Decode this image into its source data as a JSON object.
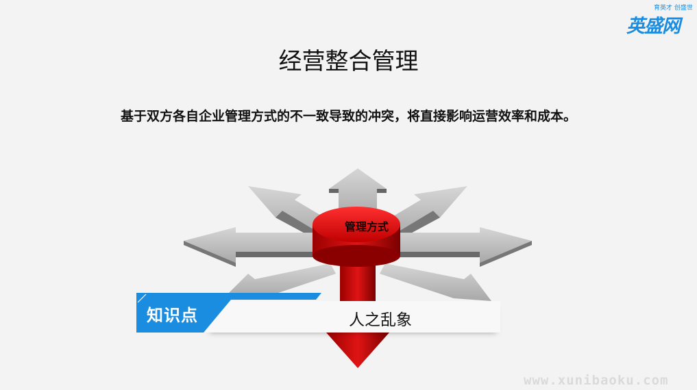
{
  "logo": {
    "main": "英盛网",
    "tagline": "育英才 创盛世"
  },
  "slide": {
    "title": "经营整合管理",
    "subtitle": "基于双方各自企业管理方式的不一致导致的冲突，将直接影响运营效率和成本。",
    "hub_label": "管理方式",
    "banner_label": "知识点",
    "band_text": "人之乱象"
  },
  "colors": {
    "accent_blue": "#1a8de0",
    "hub_red": "#e01414",
    "arrow_gray": "#b8b8b8",
    "background": "#f3f3f3"
  },
  "watermark": "www.xunibaoku.com"
}
